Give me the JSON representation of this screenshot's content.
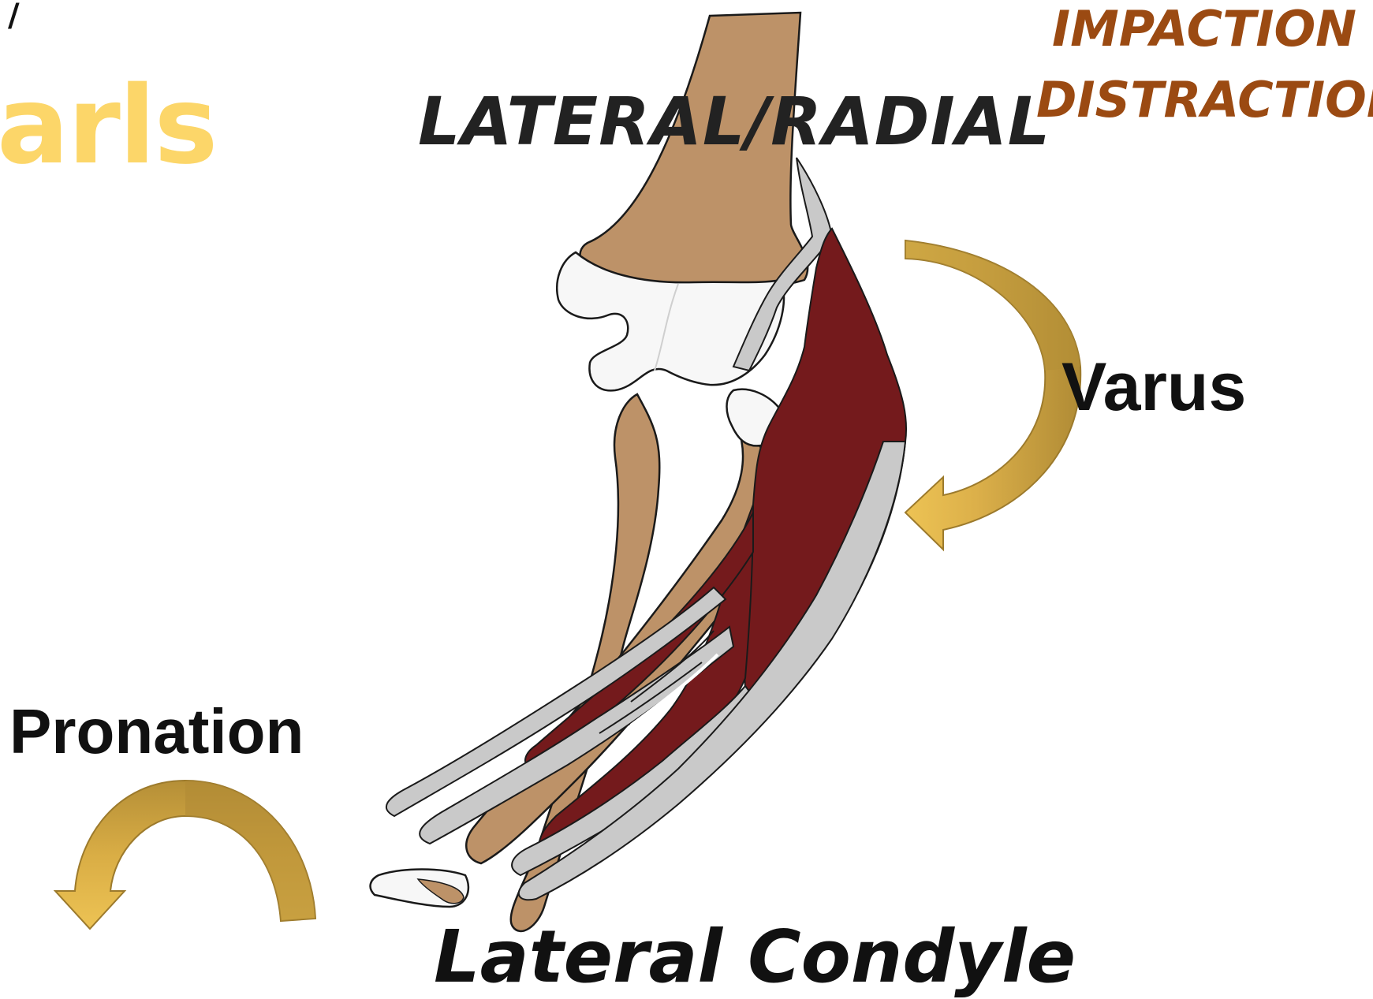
{
  "labels": {
    "title_fragment": "arls",
    "corner_mark": "/",
    "view": "LATERAL/RADIAL",
    "mechanism_line1": "IMPACTION",
    "mechanism_line2": "DISTRACTION",
    "force": "Varus",
    "rotation": "Pronation",
    "structure": "Lateral Condyle"
  },
  "icons": {
    "varus_arrow": "curved-arrow-clockwise-down-icon",
    "pronation_arrow": "curved-arrow-counterclockwise-icon"
  },
  "colors": {
    "bone": "#bd9268",
    "muscle": "#741a1c",
    "tendon": "#c9c9c9",
    "cartilage": "#f7f7f7",
    "arrow_gold": "#e6bb4d",
    "arrow_dark": "#b08b35",
    "mechanism_text": "#9b4a12",
    "title_text": "#fcd669"
  }
}
